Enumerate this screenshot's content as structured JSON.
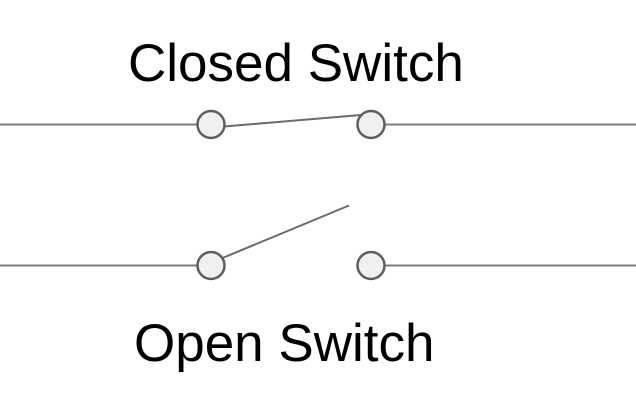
{
  "labels": {
    "closed": "Closed Switch",
    "open": "Open Switch"
  },
  "colors": {
    "background": "#ffffff",
    "text": "#000000",
    "wire": "#7a7a7a",
    "blade": "#6b6b6b",
    "terminal_stroke": "#5e5e5e",
    "terminal_fill": "#f0f0f0"
  },
  "switches": [
    {
      "label": "Closed Switch",
      "state": "closed"
    },
    {
      "label": "Open Switch",
      "state": "open"
    }
  ]
}
